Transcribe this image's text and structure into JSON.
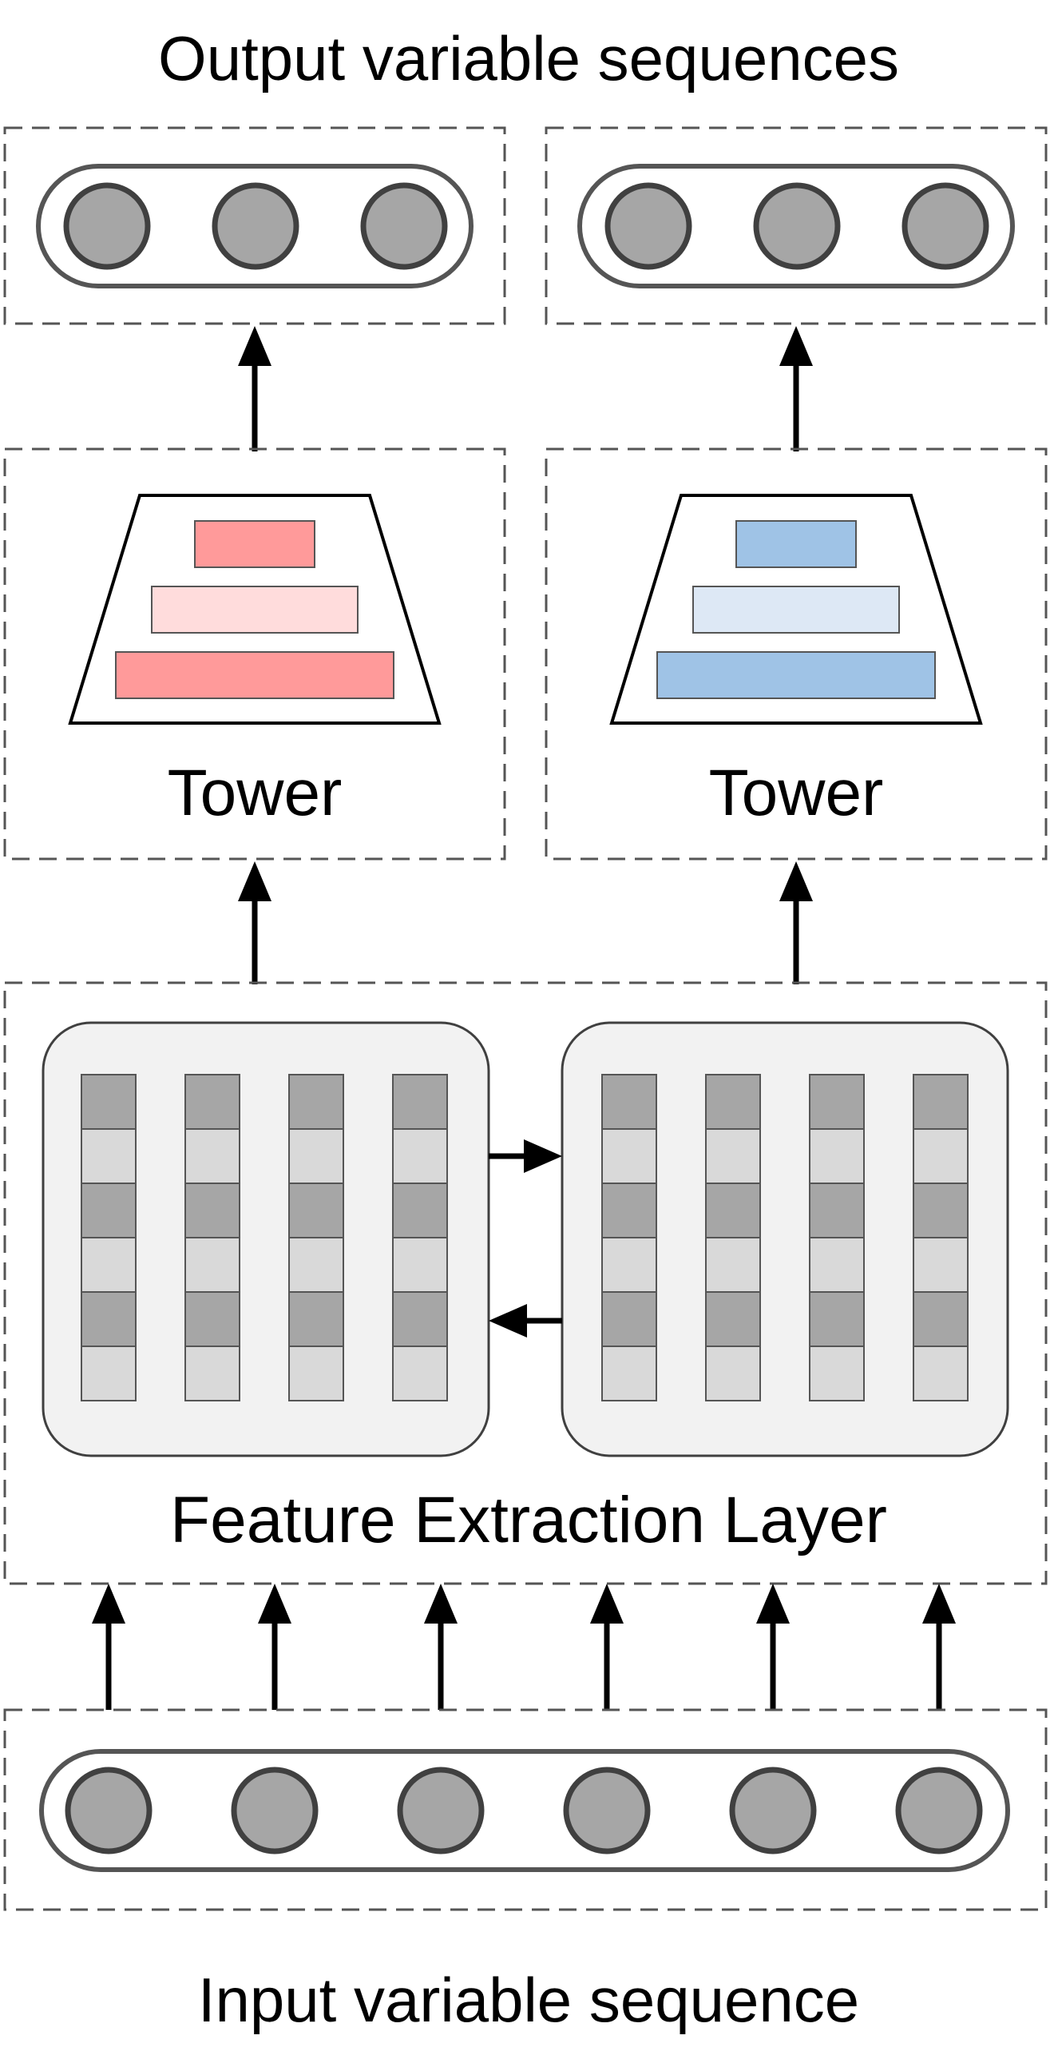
{
  "title_top": "Output variable sequences",
  "title_bottom": "Input variable sequence",
  "towers": [
    {
      "label": "Tower",
      "colors": {
        "bar_light": "#ffdcdc",
        "bar_dark": "#ff9a9a"
      }
    },
    {
      "label": "Tower",
      "colors": {
        "bar_light": "#dde8f5",
        "bar_dark": "#9fc3e6"
      }
    }
  ],
  "feature_layer": {
    "label": "Feature Extraction Layer"
  },
  "output_nodes_per_group": 3,
  "input_node_count": 6,
  "colors": {
    "node_fill": "#a6a6a6",
    "node_stroke": "#404040",
    "cell_dark": "#a6a6a6",
    "cell_light": "#d9d9d9",
    "panel_fill": "#f2f2f2",
    "dashed_stroke": "#555555"
  }
}
